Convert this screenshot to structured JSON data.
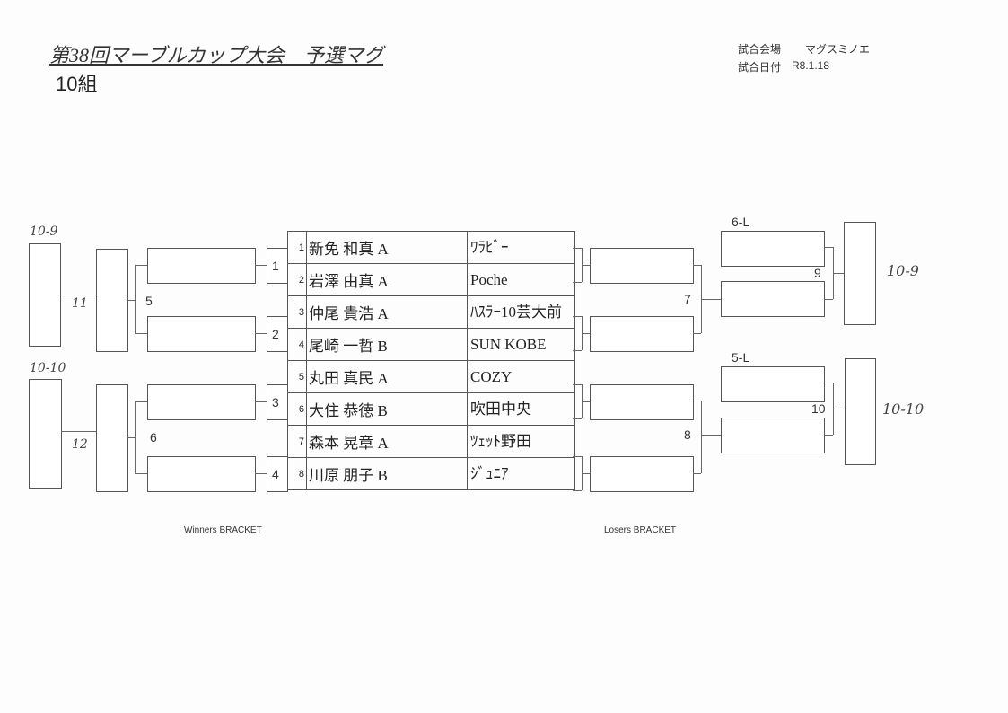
{
  "header": {
    "title": "第38回マーブルカップ大会　予選マグ",
    "group": "10組",
    "venue_label": "試合会場",
    "venue": "マグスミノエ",
    "date_label": "試合日付",
    "date": "R8.1.18"
  },
  "entries": [
    {
      "no": "1",
      "name": "新免 和真 A",
      "team": "ﾜﾗﾋﾞｰ"
    },
    {
      "no": "2",
      "name": "岩澤 由真 A",
      "team": "Poche"
    },
    {
      "no": "3",
      "name": "仲尾 貴浩 A",
      "team": "ﾊｽﾗｰ10芸大前"
    },
    {
      "no": "4",
      "name": "尾崎 一哲 B",
      "team": "SUN KOBE"
    },
    {
      "no": "5",
      "name": "丸田 真民 A",
      "team": "COZY"
    },
    {
      "no": "6",
      "name": "大住 恭徳 B",
      "team": "吹田中央"
    },
    {
      "no": "7",
      "name": "森本 晃章 A",
      "team": "ﾂｪｯﾄ野田"
    },
    {
      "no": "8",
      "name": "川原 朋子 B",
      "team": "ｼﾞｭﾆｱ"
    }
  ],
  "matches": {
    "m1": "1",
    "m2": "2",
    "m3": "3",
    "m4": "4",
    "m5": "5",
    "m6": "6",
    "m7": "7",
    "m8": "8",
    "m9": "9",
    "m10": "10",
    "m11": "11",
    "m12": "12"
  },
  "labels": {
    "l6": "6-L",
    "l5": "5-L",
    "winners": "Winners BRACKET",
    "losers": "Losers BRACKET"
  },
  "handwritten": {
    "left_top": "10-9",
    "left_bottom": "10-10",
    "right_top": "10-9",
    "right_bottom": "10-10"
  }
}
